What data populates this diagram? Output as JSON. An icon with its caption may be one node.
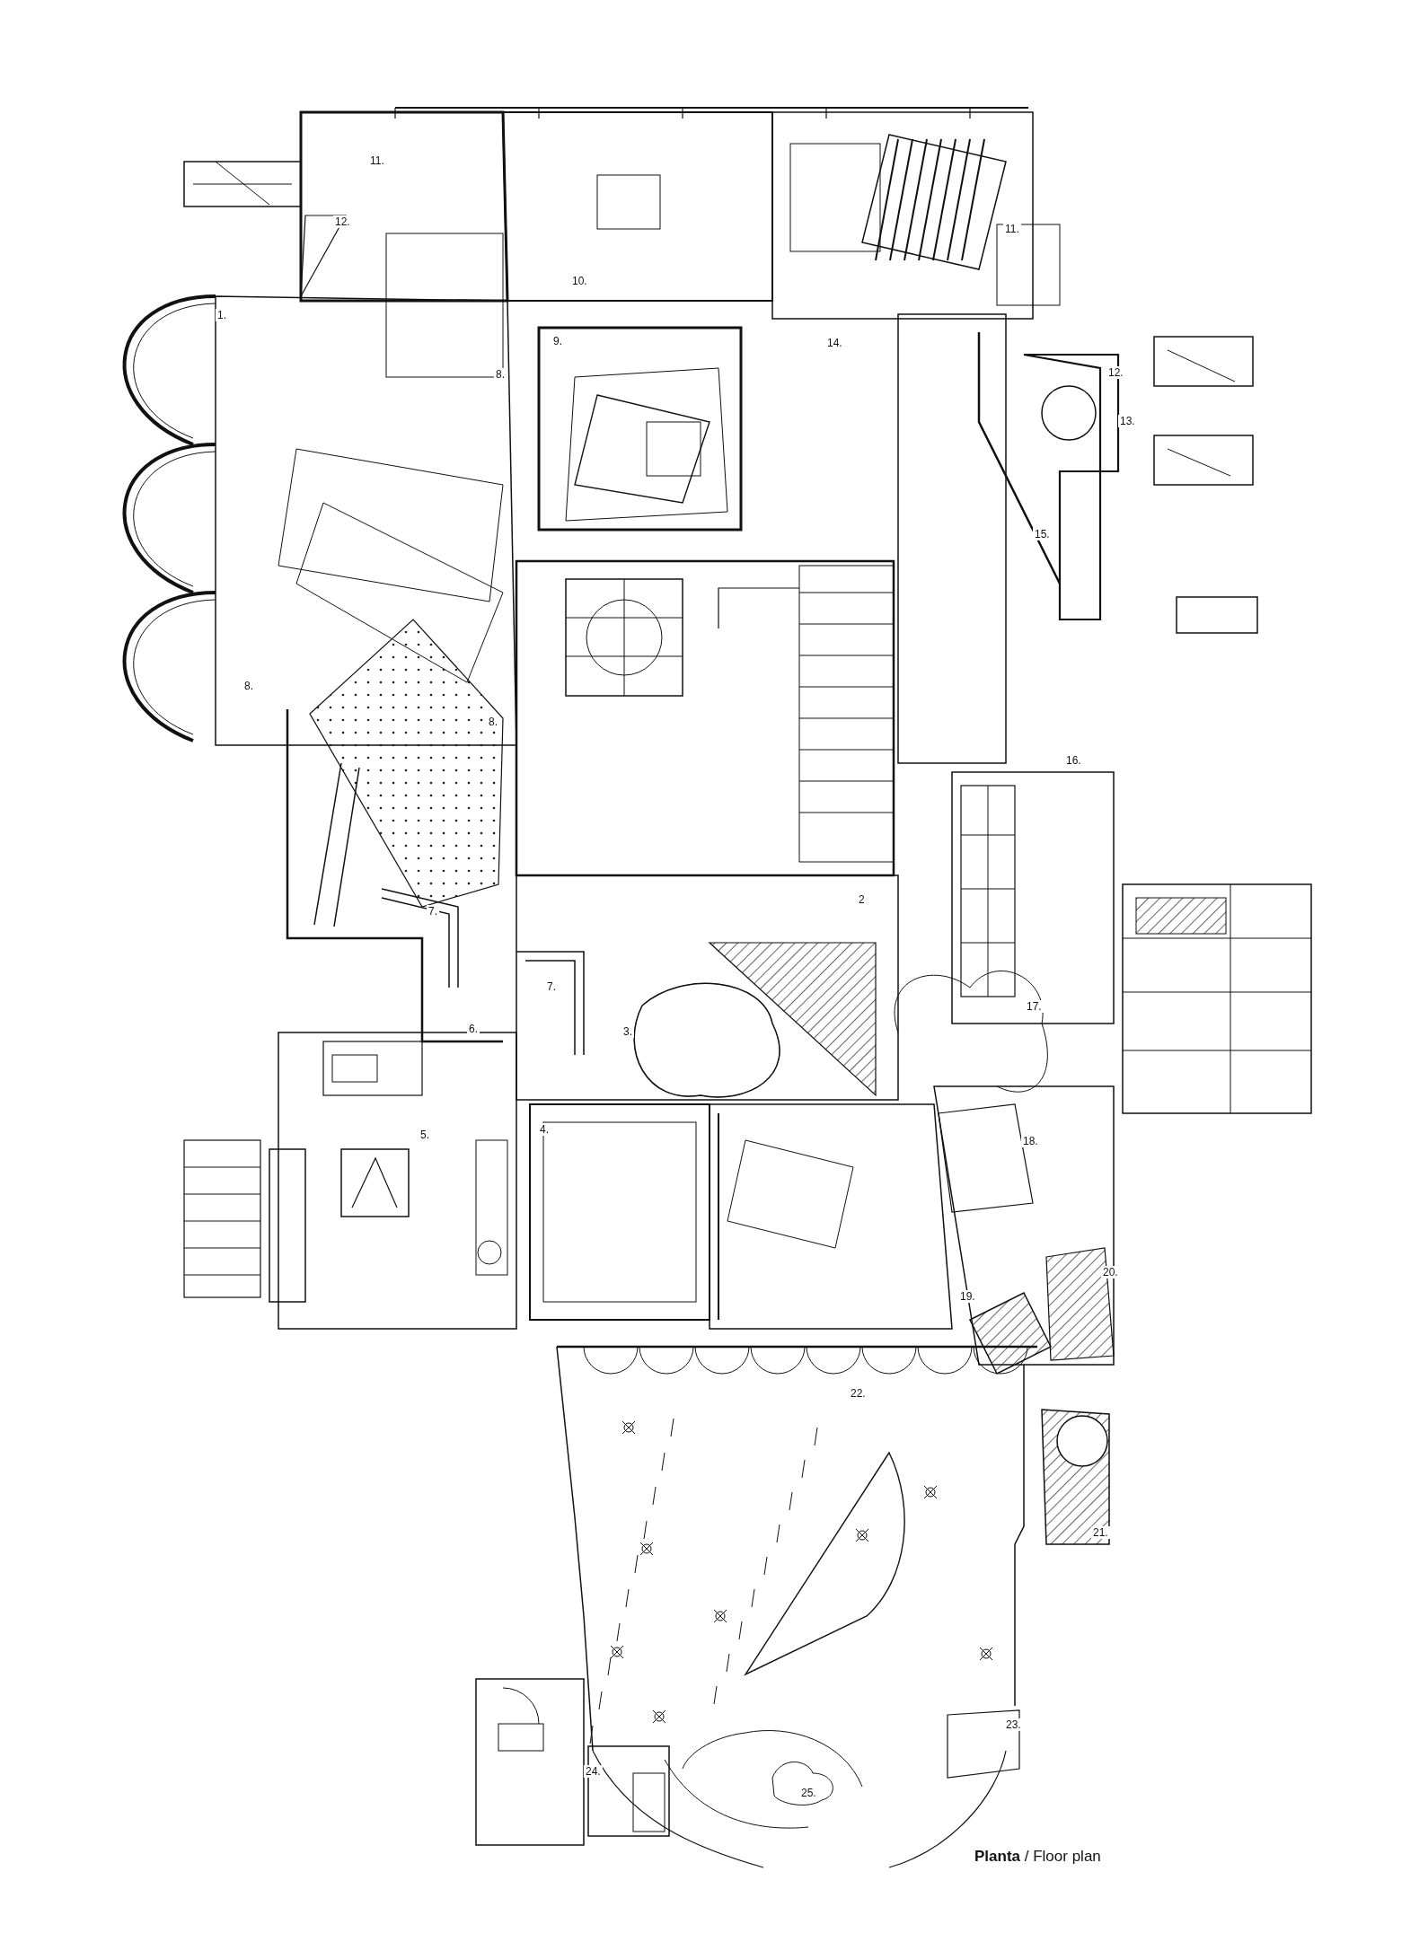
{
  "diagram": {
    "caption": "**Planta** / Floor plan",
    "labels": [
      "11.",
      "12.",
      "11.",
      "10.",
      "1.",
      "9.",
      "14.",
      "8.",
      "12.",
      "13.",
      "15.",
      "8.",
      "8.",
      "16.",
      "2",
      "7.",
      "7.",
      "17.",
      "6.",
      "3.",
      "4.",
      "5.",
      "18.",
      "20.",
      "19.",
      "22.",
      "21.",
      "23.",
      "24.",
      "25."
    ]
  }
}
